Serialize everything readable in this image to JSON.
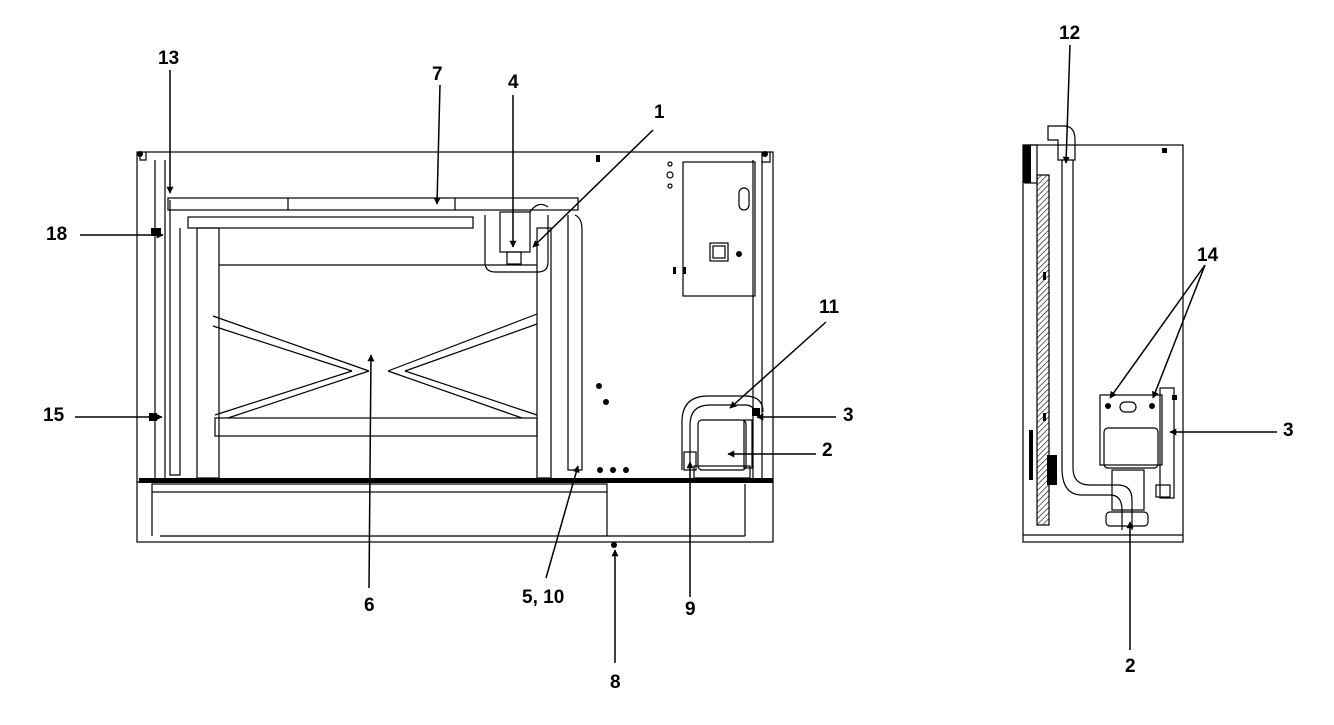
{
  "figure": {
    "callouts": {
      "c1": "1",
      "c2_front": "2",
      "c3_front": "3",
      "c4": "4",
      "c5_10": "5, 10",
      "c6": "6",
      "c7": "7",
      "c8": "8",
      "c9": "9",
      "c11": "11",
      "c12": "12",
      "c13": "13",
      "c14": "14",
      "c15": "15",
      "c18": "18",
      "c2_side": "2",
      "c3_side": "3"
    }
  }
}
